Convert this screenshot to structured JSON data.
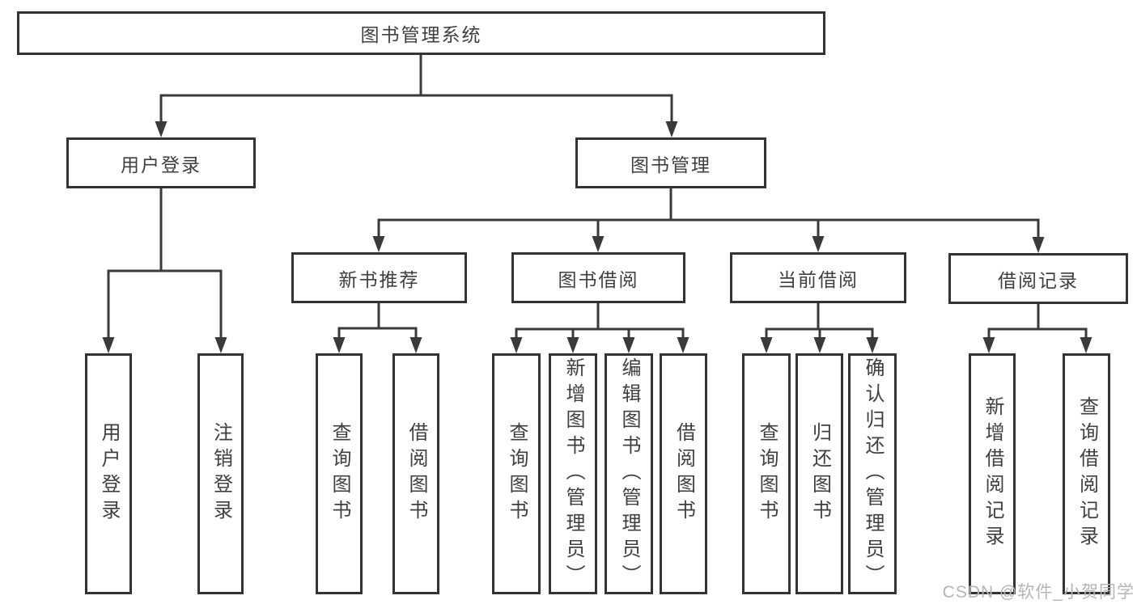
{
  "colors": {
    "line": "#3a3a3a",
    "node_border": "#333333",
    "node_fill": "#ffffff",
    "text": "#3f3f3f",
    "watermark_text": "#b5b5b5",
    "background": "#ffffff"
  },
  "tree": {
    "root": {
      "label": "图书管理系统"
    },
    "user": {
      "label": "用户登录",
      "children": [
        "用户登录",
        "注销登录"
      ]
    },
    "mgmt": {
      "label": "图书管理"
    },
    "recommend": {
      "label": "新书推荐",
      "children": [
        "查询图书",
        "借阅图书"
      ]
    },
    "borrow": {
      "label": "图书借阅",
      "children": [
        "查询图书",
        "新增图书（管理员）",
        "编辑图书（管理员）",
        "借阅图书"
      ]
    },
    "current": {
      "label": "当前借阅",
      "children": [
        "查询图书",
        "归还图书",
        "确认归还（管理员）"
      ]
    },
    "records": {
      "label": "借阅记录",
      "children": [
        "新增借阅记录",
        "查询借阅记录"
      ]
    }
  },
  "watermark": {
    "label": "CSDN @软件_小贺同学"
  }
}
